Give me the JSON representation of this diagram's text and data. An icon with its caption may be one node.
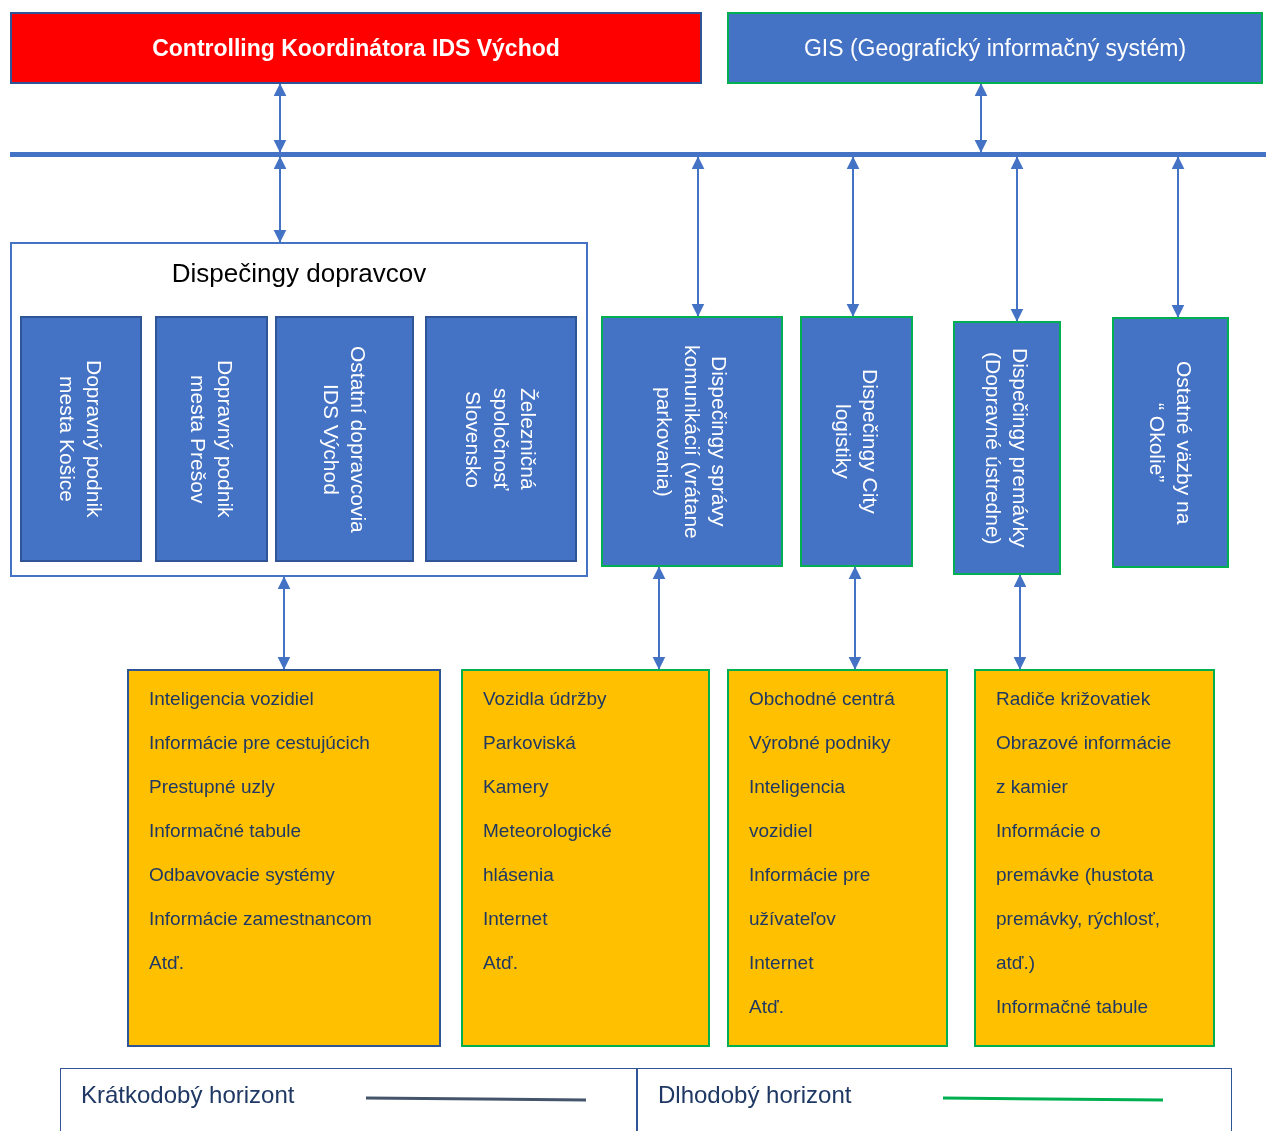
{
  "diagram": {
    "nodes": [
      {
        "text": [
          "Controlling Koordinátora IDS Východ"
        ]
      },
      {
        "text": [
          "GIS (Geografický informačný systém)"
        ]
      },
      {
        "text": [],
        "shape": "bar"
      },
      {
        "text": [
          "Dispečingy dopravcov"
        ]
      },
      {
        "text": [
          "Dopravný podnik mesta Košice"
        ],
        "in": 3
      },
      {
        "text": [
          "Dopravný podnik mesta Prešov"
        ],
        "in": 3
      },
      {
        "text": [
          "Ostatní dopravcovia IDS Východ"
        ],
        "in": 3
      },
      {
        "text": [
          "Železničná spoločnosť Slovensko"
        ],
        "in": 3
      },
      {
        "text": [
          "Dispečingy správy komunikácií (vrátane parkovania)"
        ]
      },
      {
        "text": [
          "Dispečingy City logistiky"
        ]
      },
      {
        "text": [
          "Dispečingy premávky (Dopravné ústredne)"
        ]
      },
      {
        "text": [
          "Ostatné väzby na “ Okolie”"
        ]
      },
      {
        "text": [
          "Inteligencia vozidiel",
          "Informácie pre cestujúcich",
          "Prestupné uzly",
          "Informačné tabule",
          "Odbavovacie systémy",
          "Informácie zamestnancom",
          "Atď."
        ]
      },
      {
        "text": [
          "Vozidla údržby",
          "Parkoviská",
          "Kamery",
          "Meteorologické hlásenia",
          "Internet",
          "Atď."
        ]
      },
      {
        "text": [
          "Obchodné centrá",
          "Výrobné podniky",
          "Inteligencia vozidiel",
          "Informácie pre užívateľov",
          "Internet",
          "Atď."
        ]
      },
      {
        "text": [
          "Radiče križovatiek",
          "Obrazové informácie z kamier",
          "Informácie o premávke (hustota premávky, rýchlosť, atď.)",
          "Informačné tabule"
        ]
      }
    ],
    "edges": [
      {
        "from": 0,
        "to": 2,
        "arrow": "both"
      },
      {
        "from": 1,
        "to": 2,
        "arrow": "both"
      },
      {
        "from": 2,
        "to": 3,
        "arrow": "both"
      },
      {
        "from": 2,
        "to": 8,
        "arrow": "both"
      },
      {
        "from": 2,
        "to": 9,
        "arrow": "both"
      },
      {
        "from": 2,
        "to": 10,
        "arrow": "both"
      },
      {
        "from": 2,
        "to": 11,
        "arrow": "both"
      },
      {
        "from": 3,
        "to": 12,
        "arrow": "both"
      },
      {
        "from": 8,
        "to": 13,
        "arrow": "both"
      },
      {
        "from": 9,
        "to": 14,
        "arrow": "both"
      },
      {
        "from": 10,
        "to": 15,
        "arrow": "both"
      }
    ],
    "legend": [
      {
        "text": "Krátkodobý horizont"
      },
      {
        "text": "Dlhodobý horizont"
      }
    ]
  }
}
